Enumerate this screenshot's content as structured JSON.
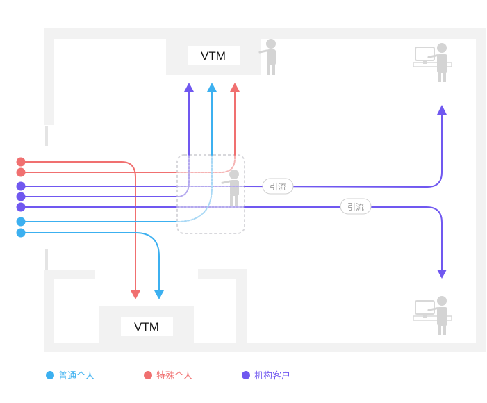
{
  "counters": {
    "top": "VTM",
    "bottom": "VTM"
  },
  "pills": {
    "upper": "引流",
    "lower": "引流"
  },
  "legend": [
    {
      "label": "普通个人",
      "color": "#3cb0f0"
    },
    {
      "label": "特殊个人",
      "color": "#f07070"
    },
    {
      "label": "机构客户",
      "color": "#7058f0"
    }
  ],
  "colors": {
    "wall": "#f2f2f2",
    "person": "#d4d4d4",
    "zone_border": "#d8d8dc"
  }
}
